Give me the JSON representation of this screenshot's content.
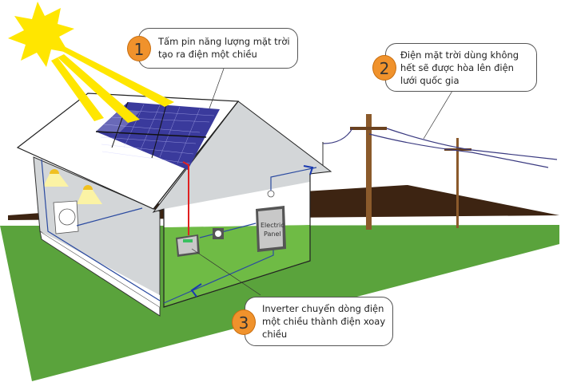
{
  "callouts": [
    {
      "number": "1",
      "text": "Tấm pin năng lượng mặt trời\ntạo ra điện một chiều"
    },
    {
      "number": "2",
      "text": "Điện mặt trời dùng không\nhết sẽ được hòa lên điện\nlưới quốc gia"
    },
    {
      "number": "3",
      "text": "Inverter chuyển dòng điện\nmột chiều thành điện xoay\nchiều"
    }
  ],
  "electric_panel": {
    "line1": "Electric",
    "line2": "Panel"
  },
  "colors": {
    "sun": "#ffe600",
    "grass": "#5aa33c",
    "grass_inner": "#6fbb45",
    "hill": "#3d2412",
    "pole": "#8b5a2b",
    "solar_panel": "#3a3a9c",
    "dc_wire": "#e02020",
    "ac_wire": "#2a4aa0",
    "badge": "#f0922c"
  }
}
